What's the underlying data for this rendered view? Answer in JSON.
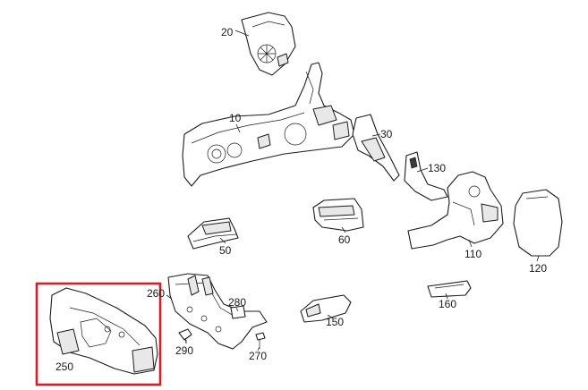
{
  "diagram": {
    "highlight_color": "#d0202a",
    "parts": [
      {
        "id": "part-20",
        "label": "20"
      },
      {
        "id": "part-10",
        "label": "10"
      },
      {
        "id": "part-30",
        "label": "30"
      },
      {
        "id": "part-130",
        "label": "130"
      },
      {
        "id": "part-50",
        "label": "50"
      },
      {
        "id": "part-60",
        "label": "60"
      },
      {
        "id": "part-110",
        "label": "110"
      },
      {
        "id": "part-120",
        "label": "120"
      },
      {
        "id": "part-260",
        "label": "260"
      },
      {
        "id": "part-280",
        "label": "280"
      },
      {
        "id": "part-290",
        "label": "290"
      },
      {
        "id": "part-270",
        "label": "270"
      },
      {
        "id": "part-150",
        "label": "150"
      },
      {
        "id": "part-160",
        "label": "160"
      },
      {
        "id": "part-250",
        "label": "250"
      }
    ]
  }
}
